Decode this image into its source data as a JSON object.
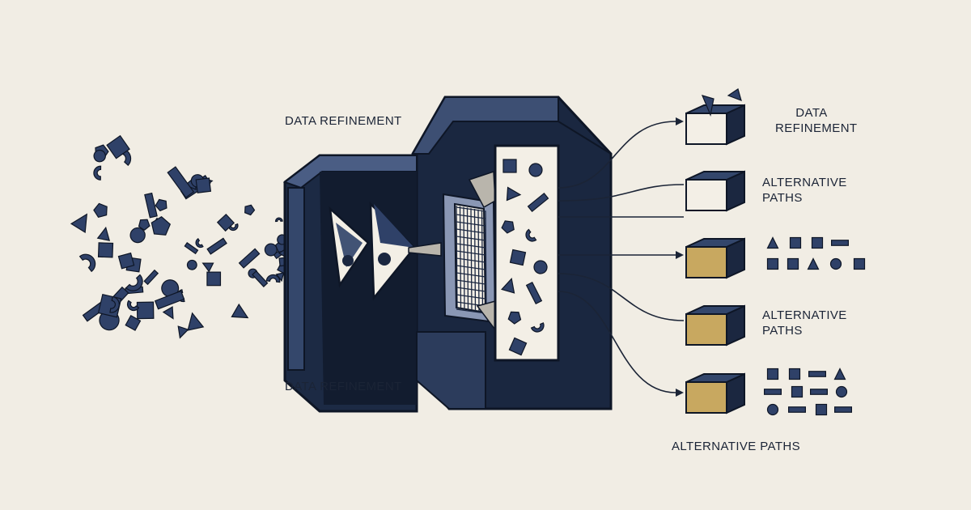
{
  "labels": {
    "top_left": "DATA REFINEMENT",
    "bottom_left": "DATA REFINEMENT",
    "out1": [
      "DATA",
      "REFINEMENT"
    ],
    "out2": [
      "ALTERNATIVE",
      "PATHS"
    ],
    "out4": [
      "ALTERNATIVE",
      "PATHS"
    ],
    "bottom_right": "ALTERNATIVE PATHS"
  },
  "colors": {
    "background": "#f1ede4",
    "machine_dark": "#17233a",
    "machine_mid": "#44567a",
    "shape_fill": "#2f4168",
    "box_gold": "#c8a860",
    "paper": "#f3efe6"
  },
  "icons": [
    "scatter-shapes",
    "machine",
    "funnel-cones",
    "mesh-filter",
    "output-boxes",
    "sorted-shapes"
  ]
}
